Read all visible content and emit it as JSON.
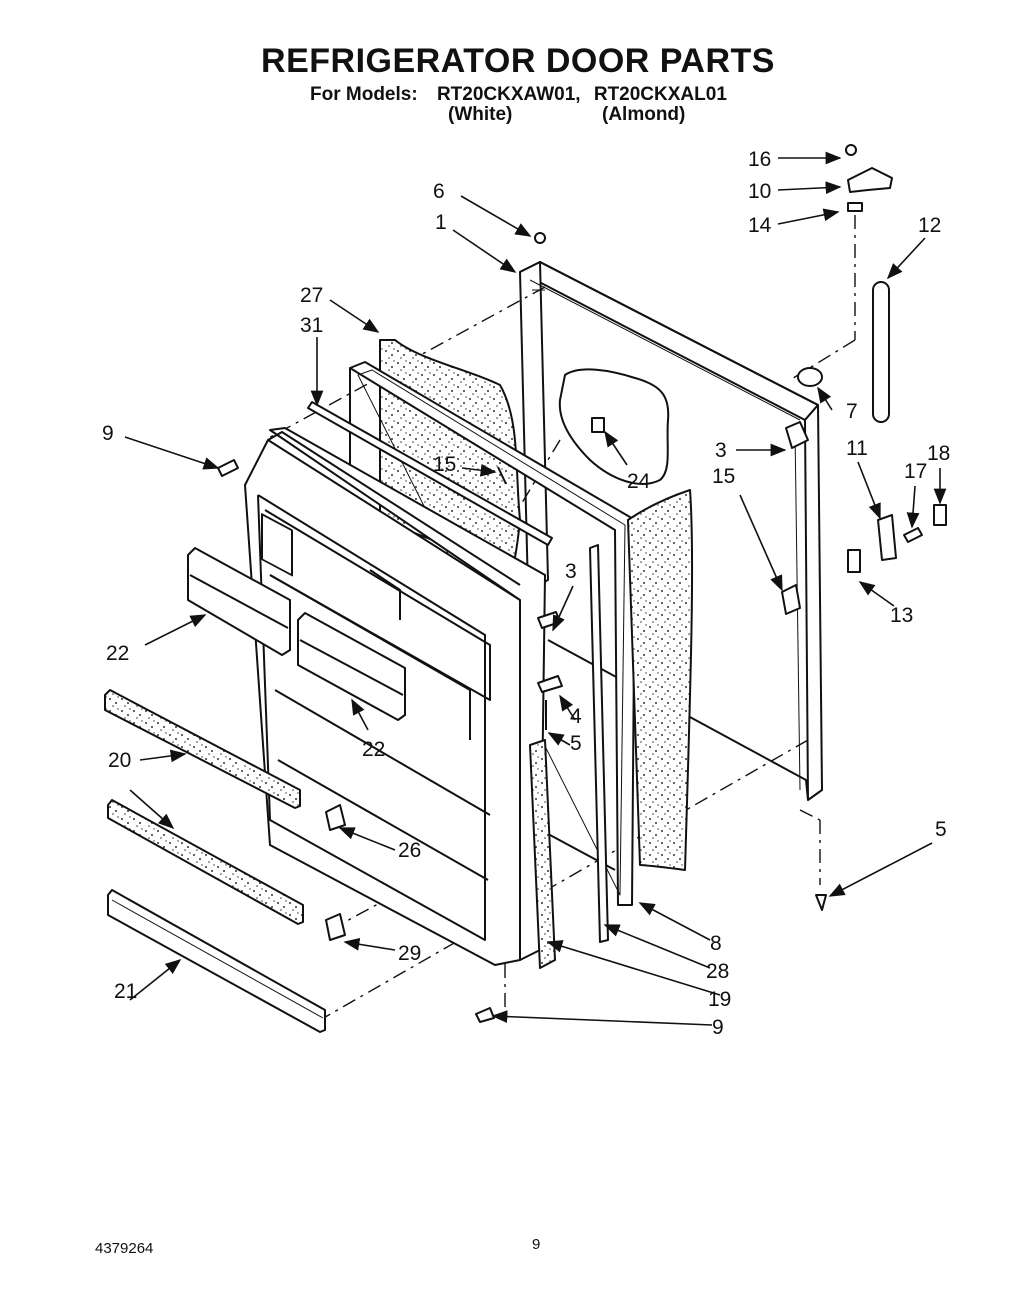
{
  "header": {
    "title": "REFRIGERATOR DOOR PARTS",
    "models_prefix": "For Models:",
    "model_1": "RT20CKXAW01,",
    "model_2": "RT20CKXAL01",
    "color_1": "(White)",
    "color_2": "(Almond)"
  },
  "callouts": {
    "c1": "1",
    "c3a": "3",
    "c3b": "3",
    "c4": "4",
    "c5a": "5",
    "c5b": "5",
    "c6": "6",
    "c7": "7",
    "c8": "8",
    "c9a": "9",
    "c9b": "9",
    "c10": "10",
    "c11": "11",
    "c12": "12",
    "c13": "13",
    "c14": "14",
    "c15a": "15",
    "c15b": "15",
    "c16": "16",
    "c17": "17",
    "c18": "18",
    "c19": "19",
    "c20": "20",
    "c21": "21",
    "c22a": "22",
    "c22b": "22",
    "c24": "24",
    "c26": "26",
    "c27": "27",
    "c28": "28",
    "c29": "29",
    "c31": "31"
  },
  "footer": {
    "doc_number": "4379264",
    "page_number": "9"
  }
}
